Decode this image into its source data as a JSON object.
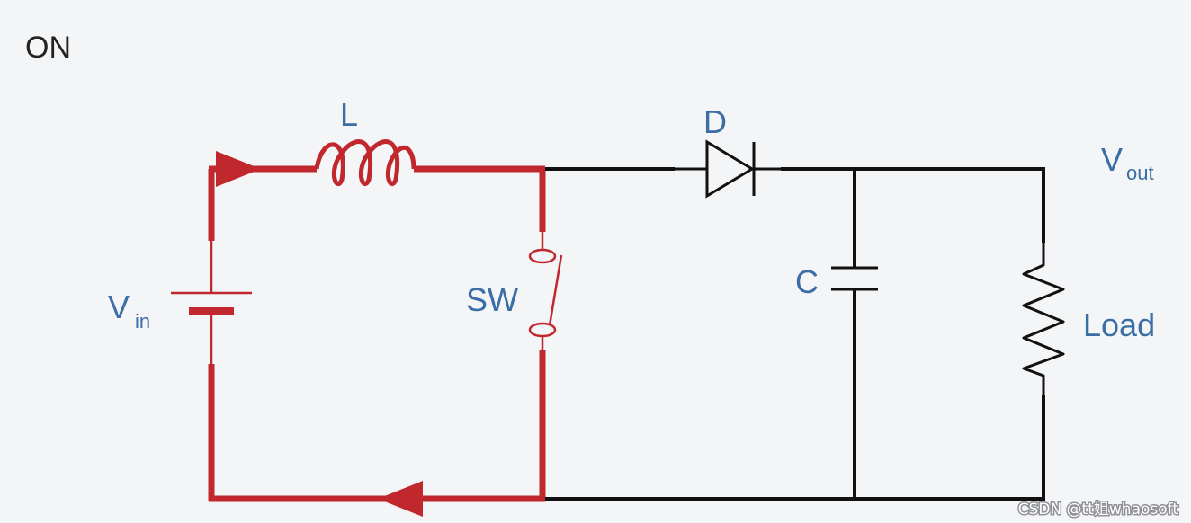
{
  "diagram": {
    "state_label": "ON",
    "components": {
      "inductor": "L",
      "diode": "D",
      "switch": "SW",
      "capacitor": "C",
      "load": "Load",
      "vin_main": "V",
      "vin_sub": "in",
      "vout_main": "V",
      "vout_sub": "out"
    },
    "colors": {
      "active_path": "#c0282d",
      "wire": "#111111",
      "label": "#3a6ea5",
      "background": "#f4f5f7"
    },
    "active_path_description_elements": [
      "battery",
      "inductor",
      "switch"
    ]
  },
  "watermark": "CSDN @tt姐whaosoft"
}
